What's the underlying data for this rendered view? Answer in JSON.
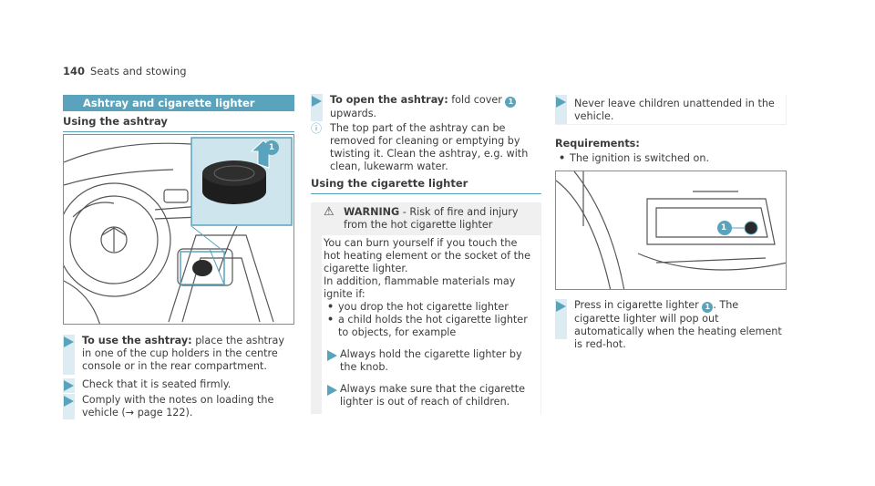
{
  "header": {
    "page_number": "140",
    "chapter": "Seats and stowing"
  },
  "section_title": "Ashtray and cigarette lighter",
  "col1": {
    "subheading": "Using the ashtray",
    "steps": [
      {
        "bold": "To use the ashtray:",
        "text": " place the ashtray in one of the cup holders in the centre console or in the rear compartment."
      },
      {
        "text": "Check that it is seated firmly."
      },
      {
        "text": "Comply with the notes on loading the vehicle (→ page 122)."
      }
    ]
  },
  "col2": {
    "step_open": {
      "bold": "To open the ashtray:",
      "text_before": " fold cover ",
      "callout": "1",
      "text_after": " upwards."
    },
    "note": "The top part of the ashtray can be removed for cleaning or emptying by twisting it. Clean the ashtray, e.g. with clean, lukewarm water.",
    "subheading": "Using the cigarette lighter",
    "warning": {
      "label": "WARNING",
      "title": " - Risk of fire and injury from the hot cigarette lighter",
      "para1": "You can burn yourself if you touch the hot heating element or the socket of the cigarette lighter.",
      "para2": "In addition, flammable materials may ignite if:",
      "bullets": [
        "you drop the hot cigarette lighter",
        "a child holds the hot cigarette lighter to objects, for example"
      ],
      "steps": [
        "Always hold the cigarette lighter by the knob.",
        "Always make sure that the cigarette lighter is out of reach of children."
      ]
    }
  },
  "col3": {
    "top_step": "Never leave children unattended in the vehicle.",
    "requirements_label": "Requirements:",
    "requirement": "The ignition is switched on.",
    "step": {
      "text_before": "Press in cigarette lighter ",
      "callout": "1",
      "text_after": ". The cigarette lighter will pop out automatically when the heating element is red-hot."
    }
  },
  "figure1_callout": "1",
  "figure2_callout": "1",
  "colors": {
    "accent": "#5aa3bd",
    "step_bar": "#dcecf2",
    "warning_bg": "#f0f0f0"
  }
}
